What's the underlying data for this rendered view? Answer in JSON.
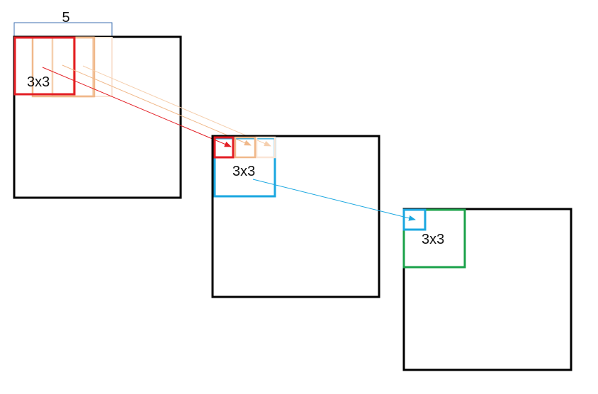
{
  "width_label": "5",
  "kernel_labels": {
    "layer1": "3x3",
    "layer2": "3x3",
    "layer3": "3x3"
  },
  "colors": {
    "frame": "#000000",
    "red": "#e31e24",
    "orange_1": "#f0b88a",
    "orange_2": "#f5cfae",
    "orange_3": "#fae5d6",
    "blue": "#1aa7e0",
    "green": "#1ba24a",
    "bracket": "#3d6fb0"
  }
}
